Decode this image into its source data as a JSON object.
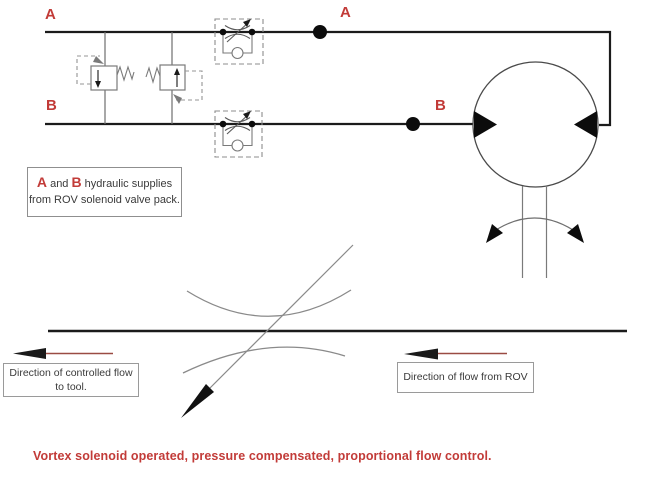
{
  "diagram": {
    "port_labels": {
      "a_left": "A",
      "b_left": "B",
      "a_mid": "A",
      "b_mid": "B"
    },
    "info_box": {
      "a": "A",
      "and": " and ",
      "b": "B",
      "suffix": " hydraulic supplies",
      "line2": "from ROV solenoid valve pack."
    },
    "flow_notes": {
      "controlled_line1": "Direction of controlled flow",
      "controlled_line2": "to tool.",
      "rov": "Direction of flow from ROV"
    },
    "caption": "Vortex solenoid operated, pressure compensated, proportional flow control.",
    "icons": {
      "relief_valve": "pressure-relief-valve-icon",
      "flow_control": "compensated-flow-control-icon",
      "check_valve": "check-valve-icon",
      "motor": "bidirectional-motor-icon",
      "rotation": "rotation-arrow-icon",
      "vortex": "vortex-flow-control-icon"
    },
    "colors": {
      "label_red": "#c23b38",
      "arrow_shaft_red": "#9a4b43",
      "line_black": "#1b1b1b",
      "symbol_gray": "#7a7a7a"
    }
  }
}
